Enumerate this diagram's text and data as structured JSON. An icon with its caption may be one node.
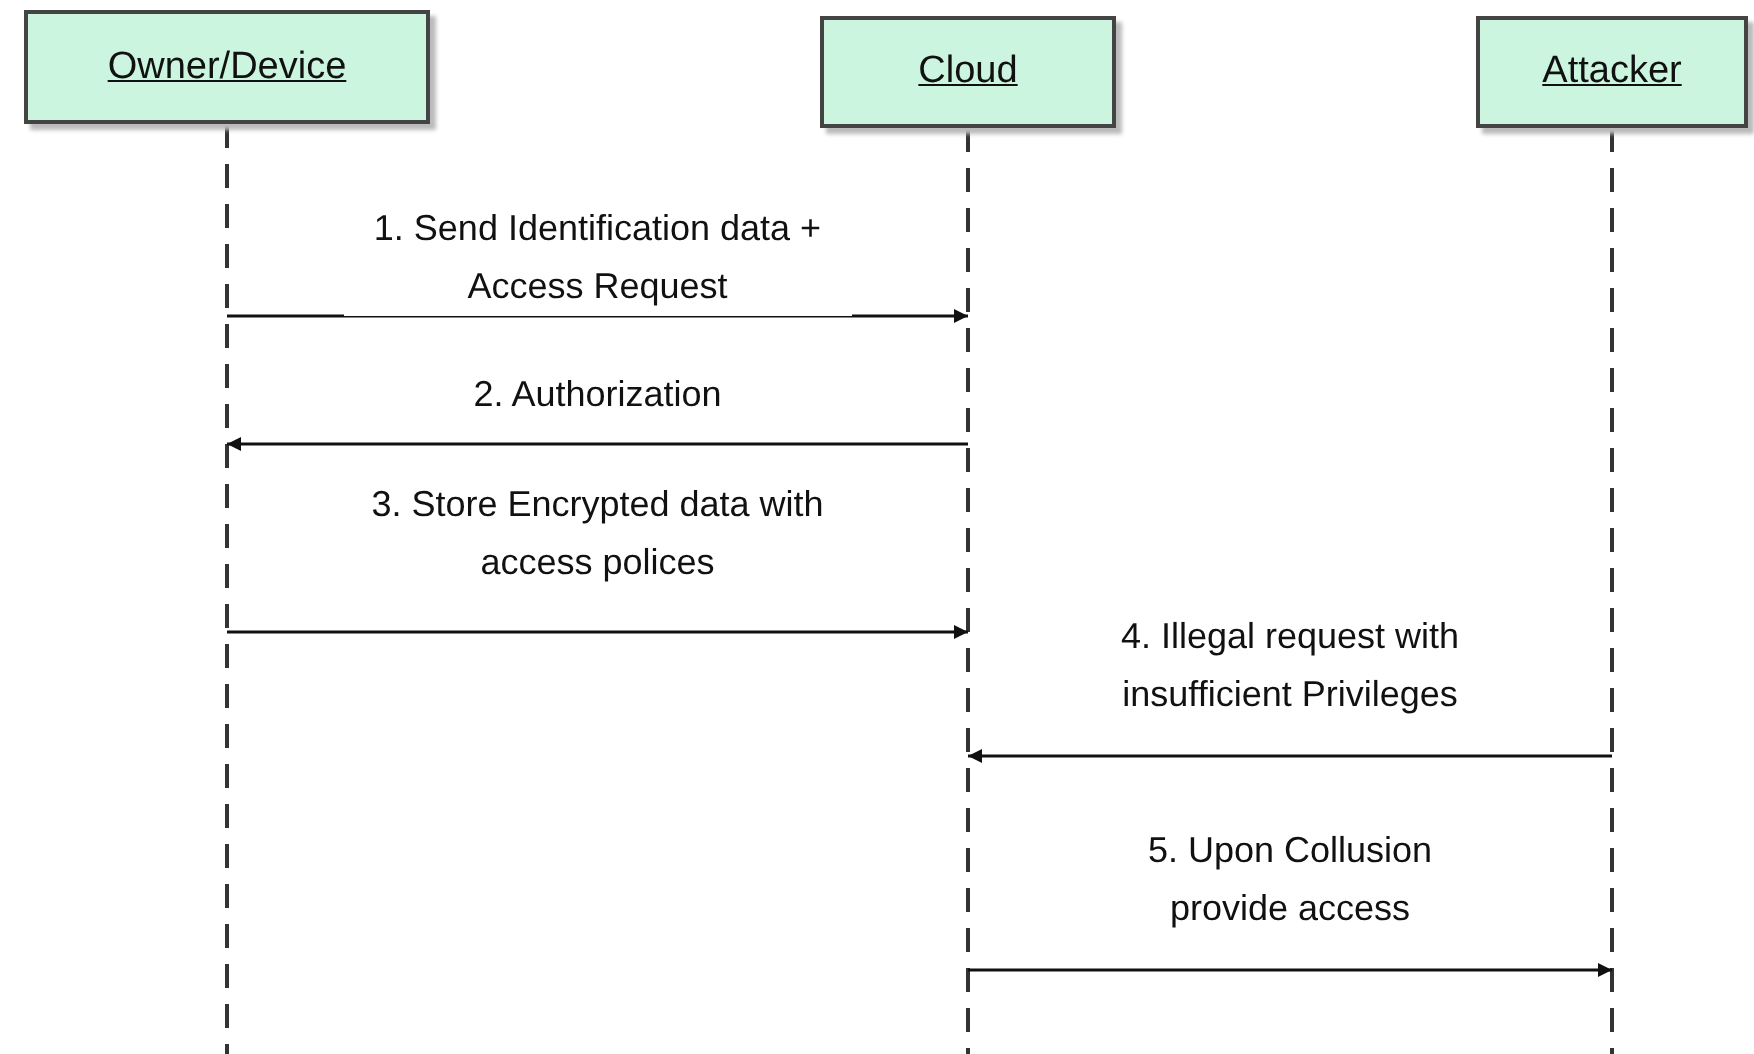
{
  "diagram": {
    "nodes": [
      {
        "text": [
          "Owner/Device"
        ]
      },
      {
        "text": [
          "Cloud"
        ]
      },
      {
        "text": [
          "Attacker"
        ]
      }
    ],
    "edges": [
      {
        "from": 0,
        "to": 1,
        "arrow": "to",
        "label": "1. Send Identification data + Access Request"
      },
      {
        "from": 1,
        "to": 0,
        "arrow": "to",
        "label": "2. Authorization"
      },
      {
        "from": 0,
        "to": 1,
        "arrow": "to",
        "label": "3. Store Encrypted data with access polices"
      },
      {
        "from": 2,
        "to": 1,
        "arrow": "to",
        "label": "4. Illegal request with insufficient Privileges"
      },
      {
        "from": 1,
        "to": 2,
        "arrow": "to",
        "label": "5. Upon Collusion provide access"
      }
    ]
  }
}
